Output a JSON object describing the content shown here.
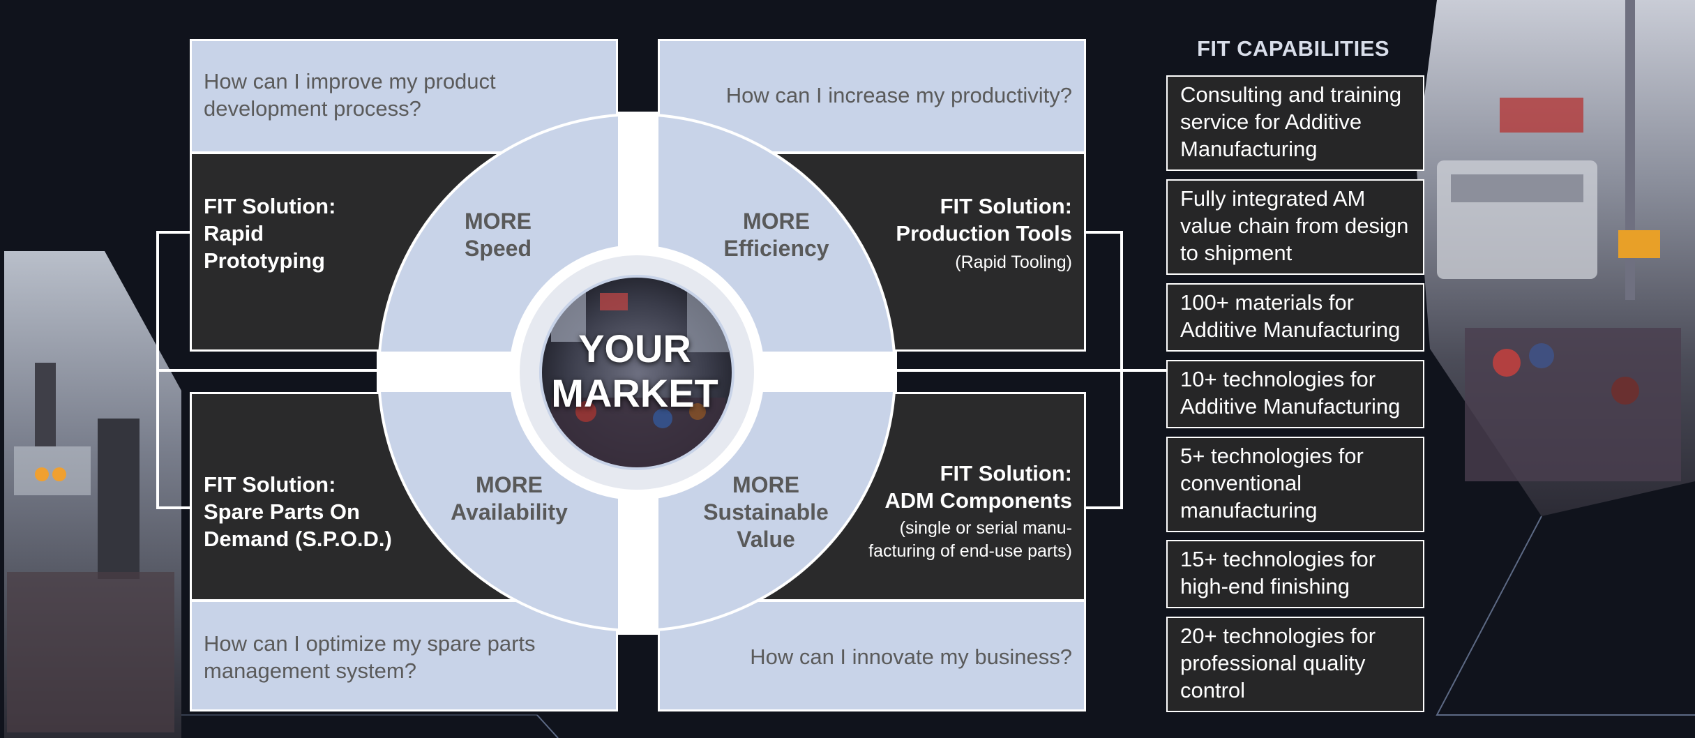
{
  "quadrants": {
    "top_left": {
      "question": "How can I improve my product development process?",
      "solution_label": "FIT Solution:",
      "solution_name": "Rapid Prototyping",
      "benefit": "MORE Speed"
    },
    "top_right": {
      "question": "How can I increase my productivity?",
      "solution_label": "FIT Solution:",
      "solution_name": "Production Tools",
      "solution_note": "(Rapid Tooling)",
      "benefit": "MORE Efficiency"
    },
    "bottom_left": {
      "question": "How can I optimize my spare parts management system?",
      "solution_label": "FIT Solution:",
      "solution_name": "Spare Parts On Demand (S.P.O.D.)",
      "benefit": "MORE Availability"
    },
    "bottom_right": {
      "question": "How can I innovate my business?",
      "solution_label": "FIT Solution:",
      "solution_name": "ADM Components",
      "solution_note": "(single or serial manu-facturing of end-use parts)",
      "benefit": "MORE Sustainable Value"
    }
  },
  "center": {
    "label": "YOUR MARKET"
  },
  "capabilities": {
    "title": "FIT CAPABILITIES",
    "items": [
      "Consulting and training service for Additive Manufacturing",
      "Fully integrated AM value chain from design to shipment",
      "100+ materials for Additive Manufacturing",
      "10+ technologies for Additive Manufacturing",
      "5+ technologies for conventional manufacturing",
      "15+ technologies for high-end finishing",
      "20+ technologies for professional quality control"
    ]
  },
  "colors": {
    "background": "#10131c",
    "light_panel": "#c8d3e8",
    "dark_panel": "#2a2a2b",
    "outline": "#ffffff"
  }
}
